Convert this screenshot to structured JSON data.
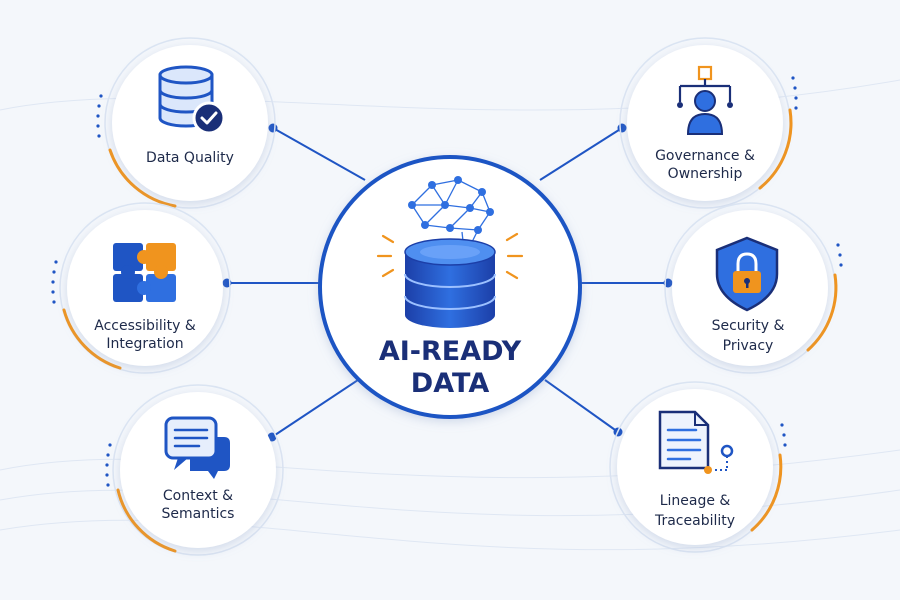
{
  "center": {
    "title_line1": "AI-READY",
    "title_line2": "DATA"
  },
  "nodes": [
    {
      "id": "data-quality",
      "line1": "Data Quality",
      "line2": "",
      "icon": "database-check-icon"
    },
    {
      "id": "accessibility",
      "line1": "Accessibility &",
      "line2": "Integration",
      "icon": "puzzle-icon"
    },
    {
      "id": "context",
      "line1": "Context &",
      "line2": "Semantics",
      "icon": "chat-bubbles-icon"
    },
    {
      "id": "governance",
      "line1": "Governance &",
      "line2": "Ownership",
      "icon": "org-person-icon"
    },
    {
      "id": "security",
      "line1": "Security &",
      "line2": "Privacy",
      "icon": "shield-lock-icon"
    },
    {
      "id": "lineage",
      "line1": "Lineage &",
      "line2": "Traceability",
      "icon": "document-path-icon"
    }
  ],
  "colors": {
    "primary_blue": "#1f55c4",
    "dark_navy": "#1a2f78",
    "accent_orange": "#f0941e",
    "text": "#1e2a4a",
    "background": "#f4f7fb"
  }
}
